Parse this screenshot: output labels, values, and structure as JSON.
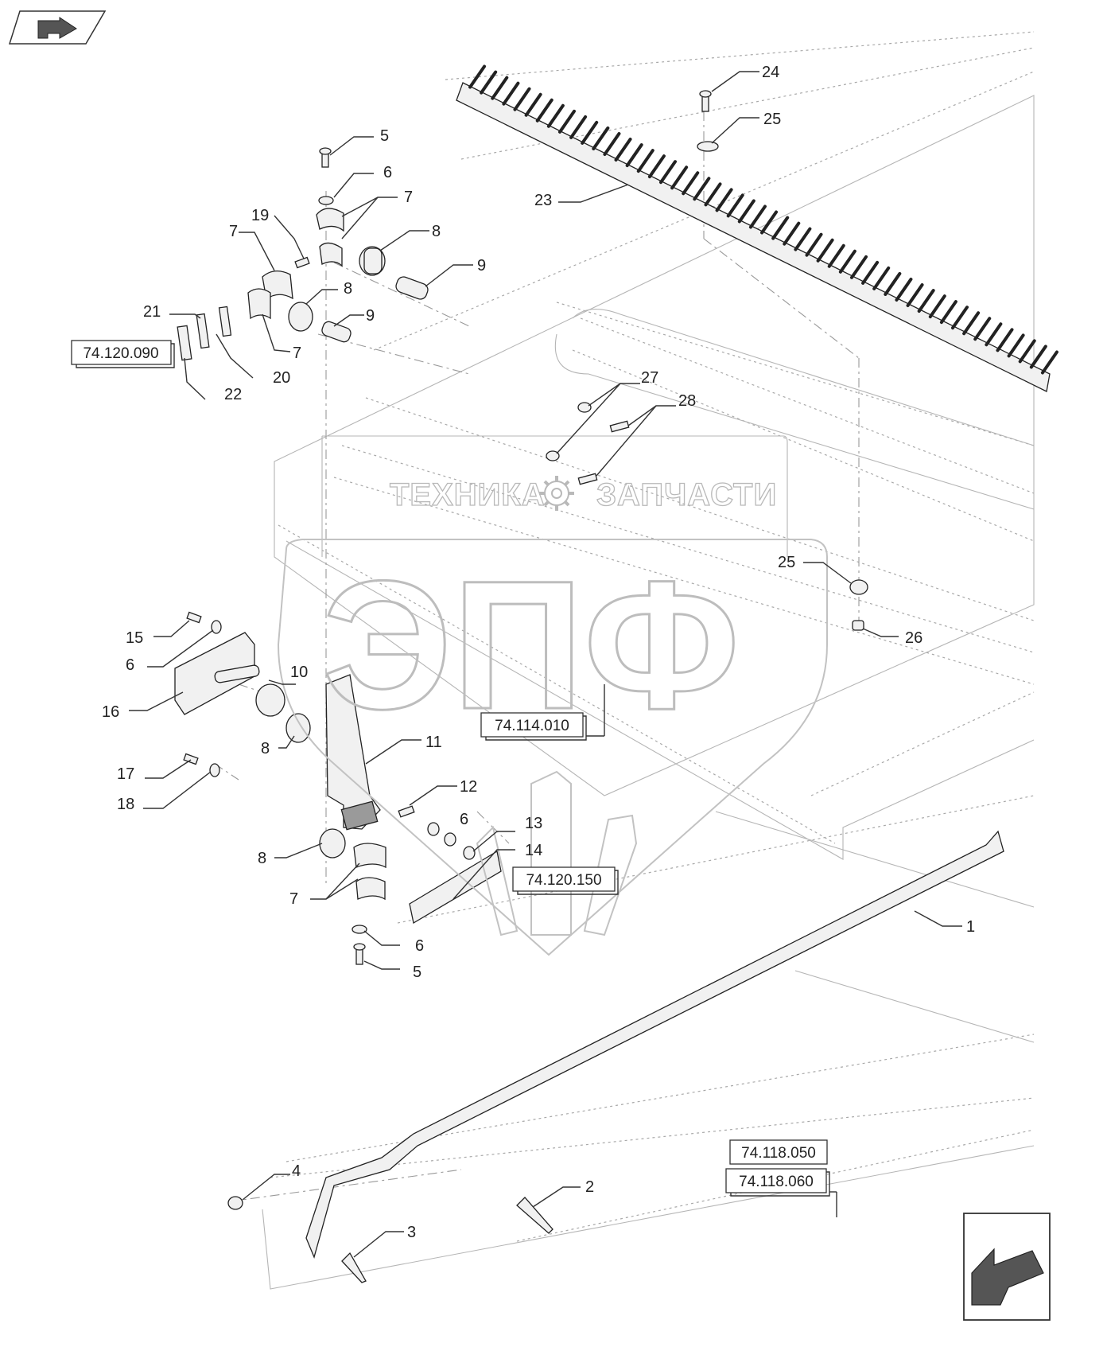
{
  "nav": {
    "prev_icon": "back-arrow-icon",
    "next_icon": "forward-arrow-icon"
  },
  "watermark": {
    "left_text": "ТЕХНИКА",
    "right_text": "ЗАПЧАСТИ",
    "logo_text": "ЭПФ",
    "gear_icon": "gear-icon"
  },
  "references": {
    "ref_74_120_090": "74.120.090",
    "ref_74_114_010": "74.114.010",
    "ref_74_120_150": "74.120.150",
    "ref_74_118_050": "74.118.050",
    "ref_74_118_060": "74.118.060"
  },
  "callouts": {
    "c1": "1",
    "c2": "2",
    "c3": "3",
    "c4": "4",
    "c5a": "5",
    "c5b": "5",
    "c6a": "6",
    "c6b": "6",
    "c6c": "6",
    "c6d": "6",
    "c7a": "7",
    "c7b": "7",
    "c7c": "7",
    "c7d": "7",
    "c8a": "8",
    "c8b": "8",
    "c8c": "8",
    "c8d": "8",
    "c9a": "9",
    "c9b": "9",
    "c10": "10",
    "c11": "11",
    "c12": "12",
    "c13": "13",
    "c14": "14",
    "c15": "15",
    "c16": "16",
    "c17": "17",
    "c18": "18",
    "c19": "19",
    "c20": "20",
    "c21": "21",
    "c22": "22",
    "c23": "23",
    "c24": "24",
    "c25a": "25",
    "c25b": "25",
    "c26": "26",
    "c27": "27",
    "c28": "28"
  }
}
